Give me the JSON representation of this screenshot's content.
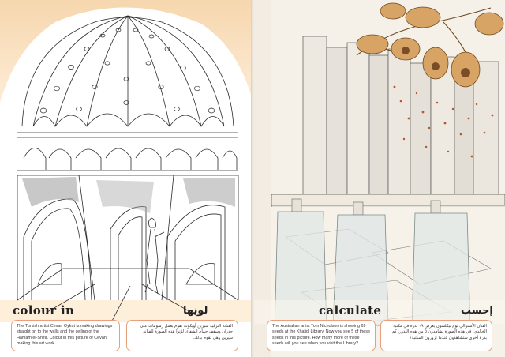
{
  "left_page": {
    "heading": "colour in",
    "heading_arabic": "لونها",
    "caption_english": "The Turkish artist Cevan Oykut is making drawings straight on to the walls and the ceiling of the Hamam el-Shifa. Colour in this picture of Cevan making this art work.",
    "caption_arabic": "الفنانة التركية سيرين أويكوت تقوم بعمل رسومات على جدران وسقف حمام الشفاء. لوّنوا هذه الصورة للفنانة سيرين وهي تقوم بذلك."
  },
  "right_page": {
    "heading": "calculate",
    "heading_arabic": "إحسب",
    "caption_english": "The Australian artist Tom Nicholson is showing 69 seeds at the Khalidi Library. Now you see 5 of these seeds in this picture. How many more of these seeds will you see when you visit the Library?",
    "caption_arabic": "الفنان الأسترالي توم نيكلسون يعرض ٦٩ بذرة في مكتبة الخالدي. في هذه الصورة تشاهدون ٥ من هذه البذور. كم بذرة أخرى ستشاهدون عندما تزورون المكتبة؟"
  }
}
